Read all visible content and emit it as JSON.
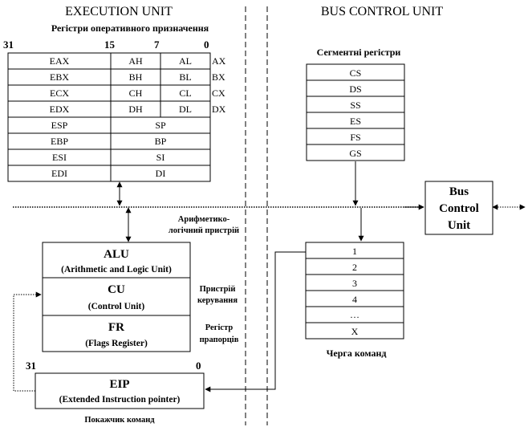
{
  "headers": {
    "execution_unit": "EXECUTION UNIT",
    "bus_control_unit": "BUS CONTROL UNIT"
  },
  "gp_registers": {
    "title": "Регістри оперативного призначення",
    "bit_labels": [
      "31",
      "15",
      "7",
      "0"
    ],
    "rows": [
      {
        "e": "EAX",
        "h": "AH",
        "l": "AL",
        "x": "AX"
      },
      {
        "e": "EBX",
        "h": "BH",
        "l": "BL",
        "x": "BX"
      },
      {
        "e": "ECX",
        "h": "CH",
        "l": "CL",
        "x": "CX"
      },
      {
        "e": "EDX",
        "h": "DH",
        "l": "DL",
        "x": "DX"
      }
    ],
    "pointer_rows": [
      {
        "e": "ESP",
        "w": "SP"
      },
      {
        "e": "EBP",
        "w": "BP"
      },
      {
        "e": "ESI",
        "w": "SI"
      },
      {
        "e": "EDI",
        "w": "DI"
      }
    ]
  },
  "segment_registers": {
    "title": "Сегментні регістри",
    "items": [
      "CS",
      "DS",
      "SS",
      "ES",
      "FS",
      "GS"
    ]
  },
  "bus_control": {
    "line1": "Bus",
    "line2": "Control",
    "line3": "Unit"
  },
  "alu": {
    "title": "ALU",
    "subtitle": "(Arithmetic  and Logic  Unit)",
    "caption1": "Арифметико-",
    "caption2": "логічний пристрій"
  },
  "cu": {
    "title": "CU",
    "subtitle": "(Control Unit)",
    "caption1": "Пристрій",
    "caption2": "керування"
  },
  "fr": {
    "title": "FR",
    "subtitle": "(Flags  Register)",
    "caption1": "Регістр",
    "caption2": "прапорців"
  },
  "eip": {
    "title": "EIP",
    "subtitle": "(Extended  Instruction  pointer)",
    "bit_left": "31",
    "bit_right": "0",
    "caption": "Покажчик команд"
  },
  "queue": {
    "items": [
      "1",
      "2",
      "3",
      "4",
      "…",
      "X"
    ],
    "caption": "Черга команд"
  }
}
